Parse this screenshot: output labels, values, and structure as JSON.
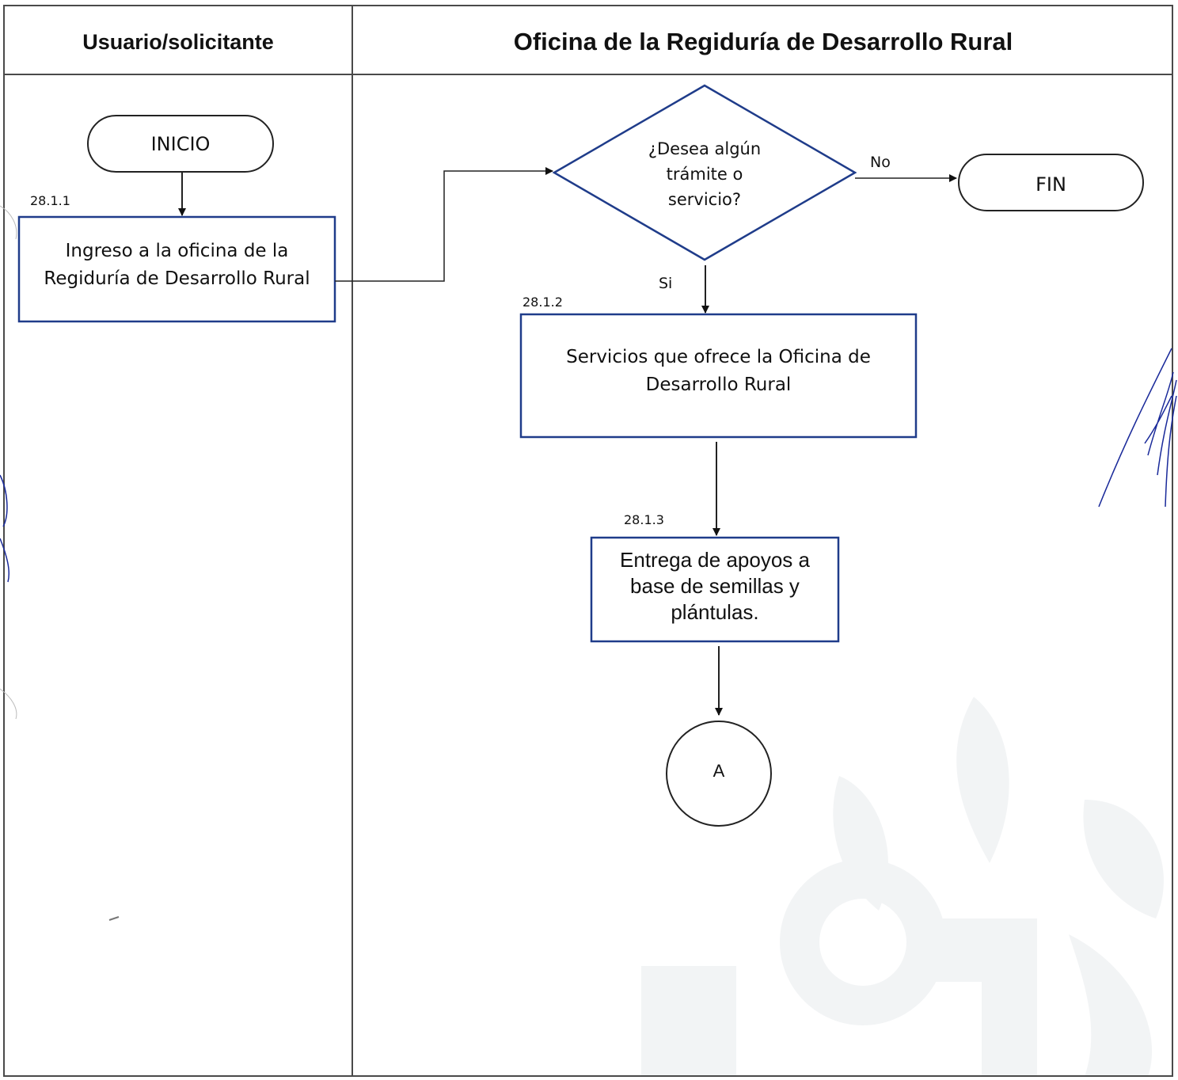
{
  "lanes": {
    "left_title": "Usuario/solicitante",
    "right_title": "Oficina de la Regiduría de Desarrollo Rural"
  },
  "nodes": {
    "inicio": "INICIO",
    "step1_code": "28.1.1",
    "step1_line1": "Ingreso a la oficina de la",
    "step1_line2": "Regiduría de Desarrollo Rural",
    "decision_line1": "¿Desea algún",
    "decision_line2": "trámite o",
    "decision_line3": "servicio?",
    "no_label": "No",
    "si_label": "Si",
    "fin": "FIN",
    "step2_code": "28.1.2",
    "step2_line1": "Servicios que ofrece la Oficina de",
    "step2_line2": "Desarrollo Rural",
    "step3_code": "28.1.3",
    "step3_line1": "Entrega de apoyos a",
    "step3_line2": "base de semillas y",
    "step3_line3": "plántulas.",
    "connector": "A"
  },
  "colors": {
    "box_border": "#1f3c8a",
    "line": "#222222",
    "signature_ink": "#1a2a9a"
  }
}
